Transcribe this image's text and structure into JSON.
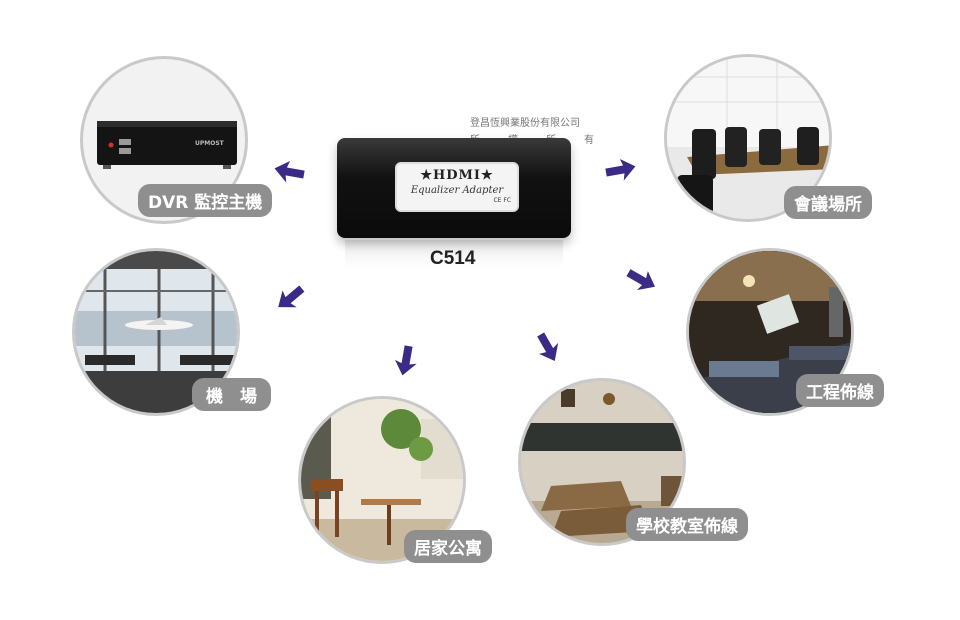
{
  "product": {
    "model": "C514",
    "label_line1": "★HDMI★",
    "label_line2": "Equalizer Adapter",
    "label_mark": "CE FC"
  },
  "watermark": {
    "company": "登昌恆興業股份有限公司",
    "rights": [
      "所",
      "權",
      "所",
      "有"
    ]
  },
  "dvr": {
    "brand": "UPMOST"
  },
  "applications": [
    {
      "label": "DVR 監控主機"
    },
    {
      "label": "會議場所"
    },
    {
      "label": "機　場"
    },
    {
      "label": "工程佈線"
    },
    {
      "label": "居家公寓"
    },
    {
      "label": "學校教室佈線"
    }
  ],
  "colors": {
    "arrow": "#3b2a86",
    "label_bg": "#8f8f8f",
    "ring": "#c9c9c9"
  }
}
